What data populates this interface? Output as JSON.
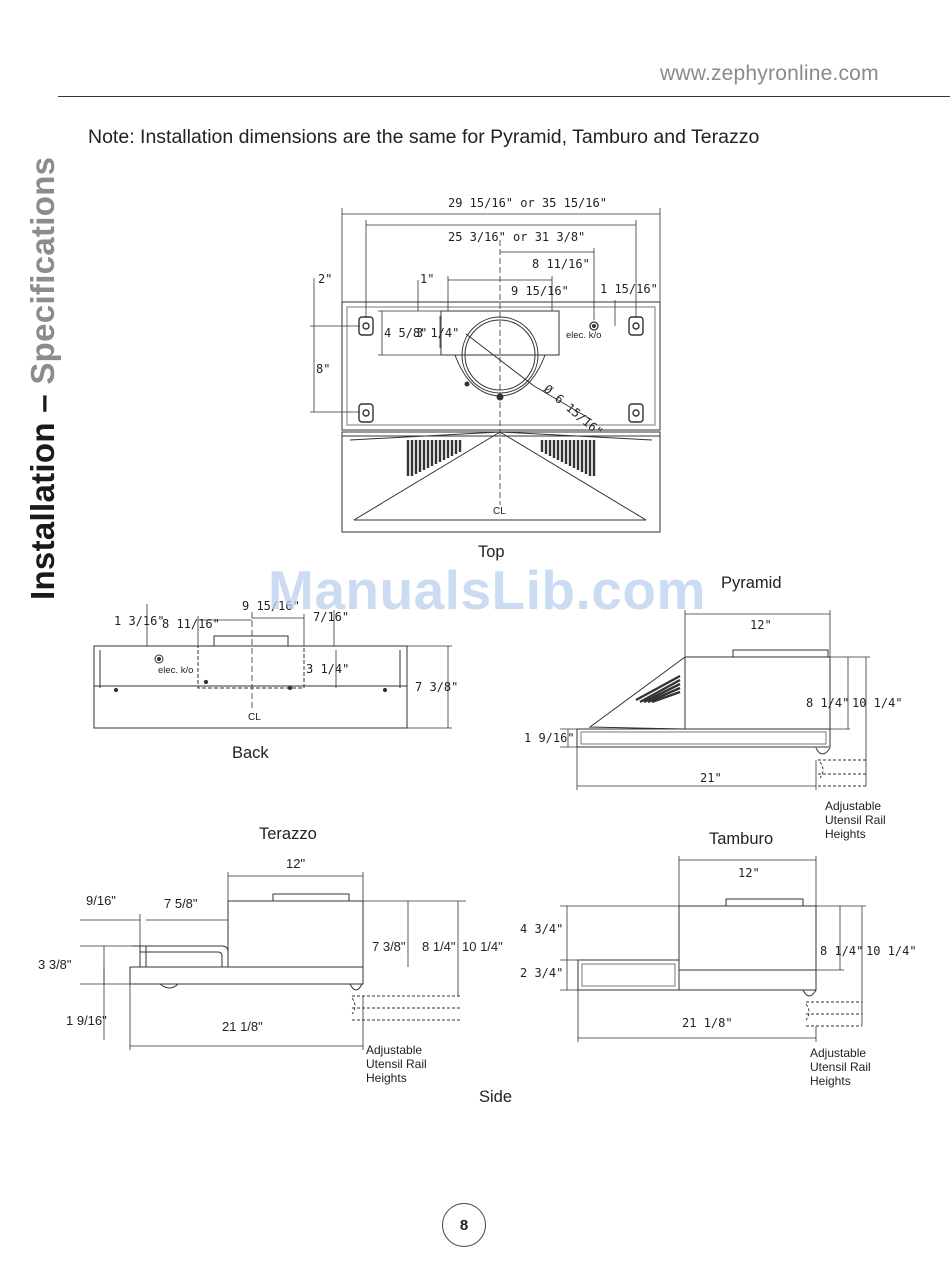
{
  "header": {
    "website": "www.zephyronline.com"
  },
  "sidebar": {
    "title_dark": "Installation –",
    "title_grey": "Specifications"
  },
  "note": "Note: Installation dimensions are the same for Pyramid, Tamburo and Terazzo",
  "labels": {
    "top": "Top",
    "back": "Back",
    "pyramid": "Pyramid",
    "terazzo": "Terazzo",
    "tamburo": "Tamburo",
    "side": "Side",
    "cl": "CL",
    "elec": "elec. k/o",
    "rail1": "Adjustable",
    "rail2": "Utensil Rail",
    "rail3": "Heights"
  },
  "dimensions": {
    "top_overall": "29 15/16\" or 35 15/16\"",
    "top_holes": "25 3/16\" or 31 3/8\"",
    "top_elec": "8 11/16\"",
    "top_duct": "9 15/16\"",
    "top_side": "1 15/16\"",
    "top_2": "2\"",
    "top_1": "1\"",
    "top_8": "8\"",
    "top_458": "4 5/8\"",
    "top_314": "3 1/4\"",
    "top_dia": "Ø 6 15/16\"",
    "back_1316": "1 3/16\"",
    "back_81116": "8 11/16\"",
    "back_91516": "9 15/16\"",
    "back_716": "7/16\"",
    "back_314": "3 1/4\"",
    "back_738": "7 3/8\"",
    "pyr_12": "12\"",
    "pyr_814": "8 1/4\"",
    "pyr_1014": "10 1/4\"",
    "pyr_1916": "1 9/16\"",
    "pyr_21": "21\"",
    "ter_12": "12\"",
    "ter_916": "9/16\"",
    "ter_758": "7 5/8\"",
    "ter_338": "3 3/8\"",
    "ter_1916": "1 9/16\"",
    "ter_2118": "21 1/8\"",
    "ter_738": "7 3/8\"",
    "ter_814": "8 1/4\"",
    "ter_1014": "10 1/4\"",
    "tam_12": "12\"",
    "tam_434": "4 3/4\"",
    "tam_234": "2 3/4\"",
    "tam_814": "8 1/4\"",
    "tam_1014": "10 1/4\"",
    "tam_2118": "21 1/8\""
  },
  "watermark": "ManualsLib.com",
  "page_number": "8"
}
